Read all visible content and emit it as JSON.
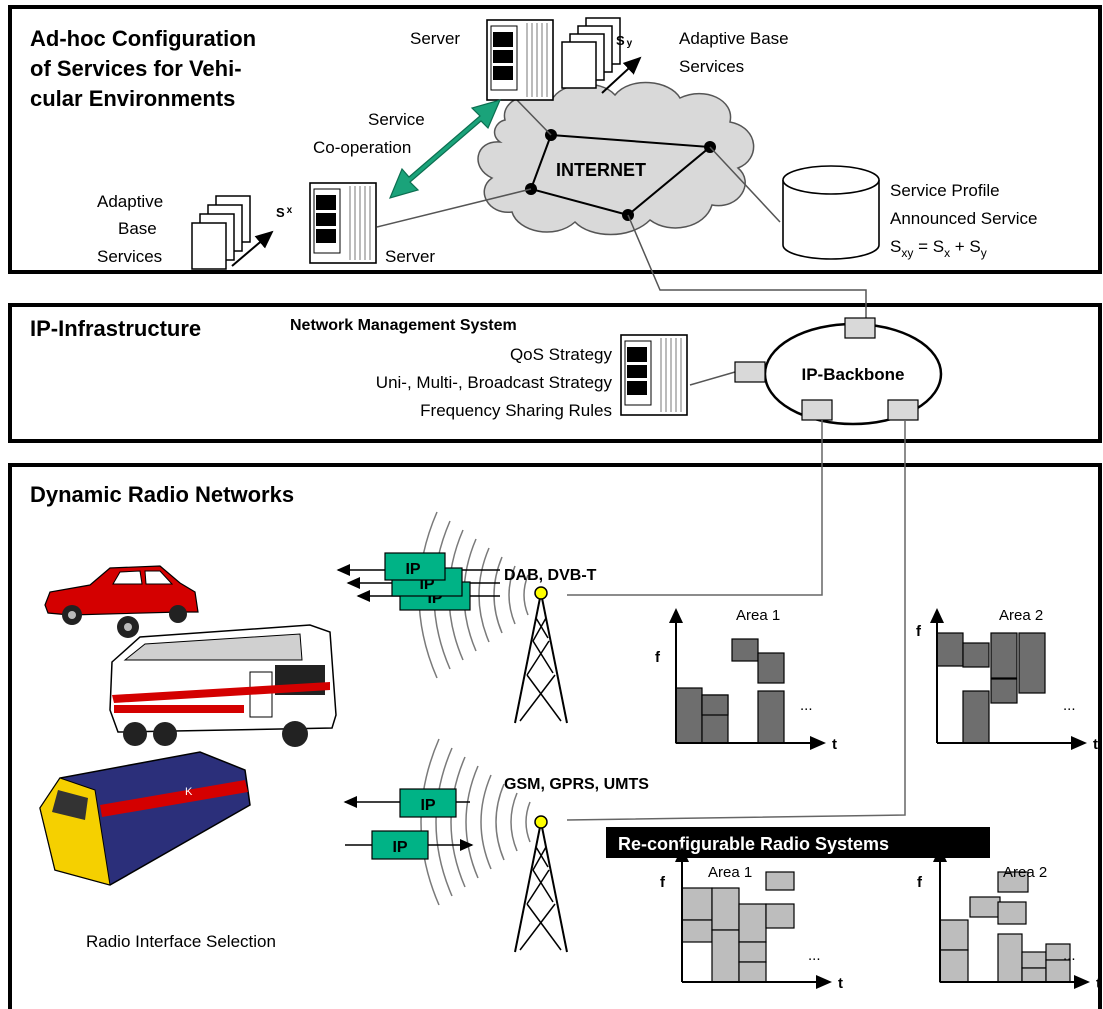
{
  "sections": {
    "adhoc_title": [
      "Ad-hoc Configuration",
      "of Services for Vehi-",
      "cular Environments"
    ],
    "ip_title": "IP-Infrastructure",
    "radio_title": "Dynamic Radio Networks"
  },
  "top": {
    "server_top": "Server",
    "server_bottom": "Server",
    "sy_label": "S",
    "sy_sub": "y",
    "sx_label": "S",
    "sx_sub": "x",
    "adaptive_top": [
      "Adaptive Base",
      "Services"
    ],
    "adaptive_left": [
      "Adaptive",
      "Base",
      "Services"
    ],
    "cooperation": [
      "Service",
      "Co-operation"
    ],
    "internet": "INTERNET",
    "profile": [
      "Service Profile",
      "Announced Service"
    ],
    "formula": {
      "s1": "S",
      "xy": "xy",
      "eq": " = S",
      "x": "x",
      "plus": " + S",
      "y": "y"
    }
  },
  "ip": {
    "nms_title": "Network Management System",
    "nms_items": [
      "QoS Strategy",
      "Uni-, Multi-, Broadcast Strategy",
      "Frequency Sharing Rules"
    ],
    "backbone": "IP-Backbone"
  },
  "radio": {
    "broadcast": "DAB, DVB-T",
    "cellular": "GSM, GPRS, UMTS",
    "packet": "IP",
    "reconfig": "Re-configurable Radio Systems",
    "selection": "Radio Interface Selection",
    "axis_f": "f",
    "axis_t": "t",
    "ellipsis": "...",
    "areas": [
      "Area 1",
      "Area 2",
      "Area 1",
      "Area 2"
    ]
  },
  "colors": {
    "packet_fill": "#00b386",
    "dark_block": "#6e6e6e",
    "light_block": "#bdbdbd",
    "arrow_green": "#1aa37a",
    "cloud": "#d9d9d9",
    "antenna_tip": "#ffff00",
    "banner": "#000000"
  }
}
